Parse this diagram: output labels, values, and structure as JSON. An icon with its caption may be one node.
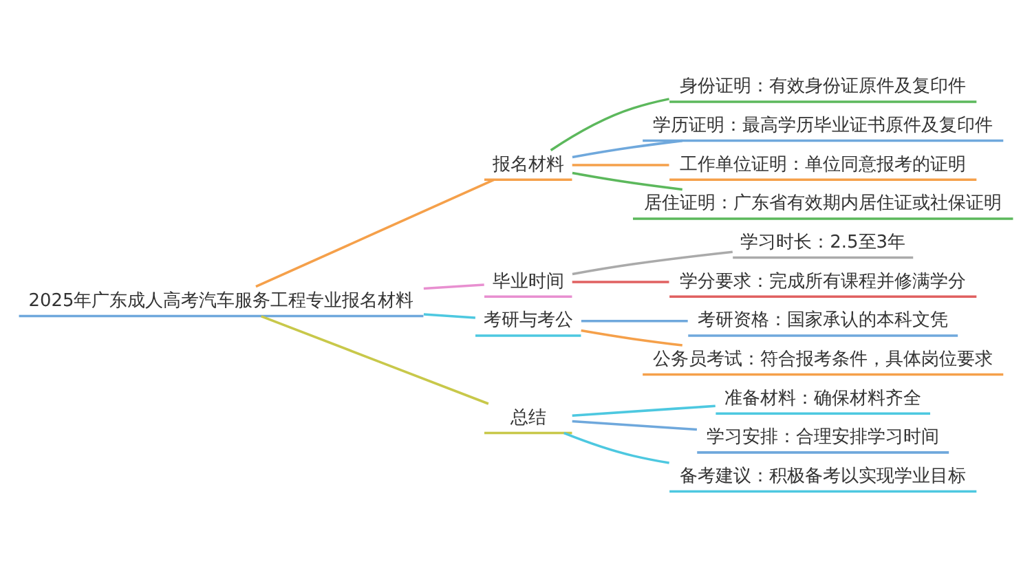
{
  "diagram": {
    "nodes": [
      {
        "text": [
          "2025年广东成人高考汽车服务工程专业报名材料"
        ]
      },
      {
        "text": [
          "报名材料"
        ]
      },
      {
        "text": [
          "身份证明：有效身份证原件及复印件"
        ]
      },
      {
        "text": [
          "学历证明：最高学历毕业证书原件及复印件"
        ]
      },
      {
        "text": [
          "工作单位证明：单位同意报考的证明"
        ]
      },
      {
        "text": [
          "居住证明：广东省有效期内居住证或社保证明"
        ]
      },
      {
        "text": [
          "毕业时间"
        ]
      },
      {
        "text": [
          "学习时长：2.5至3年"
        ]
      },
      {
        "text": [
          "学分要求：完成所有课程并修满学分"
        ]
      },
      {
        "text": [
          "考研与考公"
        ]
      },
      {
        "text": [
          "考研资格：国家承认的本科文凭"
        ]
      },
      {
        "text": [
          "公务员考试：符合报考条件，具体岗位要求"
        ]
      },
      {
        "text": [
          "总结"
        ]
      },
      {
        "text": [
          "准备材料：确保材料齐全"
        ]
      },
      {
        "text": [
          "学习安排：合理安排学习时间"
        ]
      },
      {
        "text": [
          "备考建议：积极备考以实现学业目标"
        ]
      }
    ],
    "edges": [
      {
        "from": 0,
        "to": 1,
        "arrow": "none",
        "color": "#f5a04a"
      },
      {
        "from": 1,
        "to": 2,
        "arrow": "none",
        "color": "#5cb85c"
      },
      {
        "from": 1,
        "to": 3,
        "arrow": "none",
        "color": "#6fa8dc"
      },
      {
        "from": 1,
        "to": 4,
        "arrow": "none",
        "color": "#f5a04a"
      },
      {
        "from": 1,
        "to": 5,
        "arrow": "none",
        "color": "#5cb85c"
      },
      {
        "from": 0,
        "to": 6,
        "arrow": "none",
        "color": "#e88fd0"
      },
      {
        "from": 6,
        "to": 7,
        "arrow": "none",
        "color": "#aaaaaa"
      },
      {
        "from": 6,
        "to": 8,
        "arrow": "none",
        "color": "#e06060"
      },
      {
        "from": 0,
        "to": 9,
        "arrow": "none",
        "color": "#4dc8e0"
      },
      {
        "from": 9,
        "to": 10,
        "arrow": "none",
        "color": "#6fa8dc"
      },
      {
        "from": 9,
        "to": 11,
        "arrow": "none",
        "color": "#f5a04a"
      },
      {
        "from": 0,
        "to": 12,
        "arrow": "none",
        "color": "#c8c84a"
      },
      {
        "from": 12,
        "to": 13,
        "arrow": "none",
        "color": "#4dc8e0"
      },
      {
        "from": 12,
        "to": 14,
        "arrow": "none",
        "color": "#6fa8dc"
      },
      {
        "from": 12,
        "to": 15,
        "arrow": "none",
        "color": "#4dc8e0"
      }
    ]
  }
}
